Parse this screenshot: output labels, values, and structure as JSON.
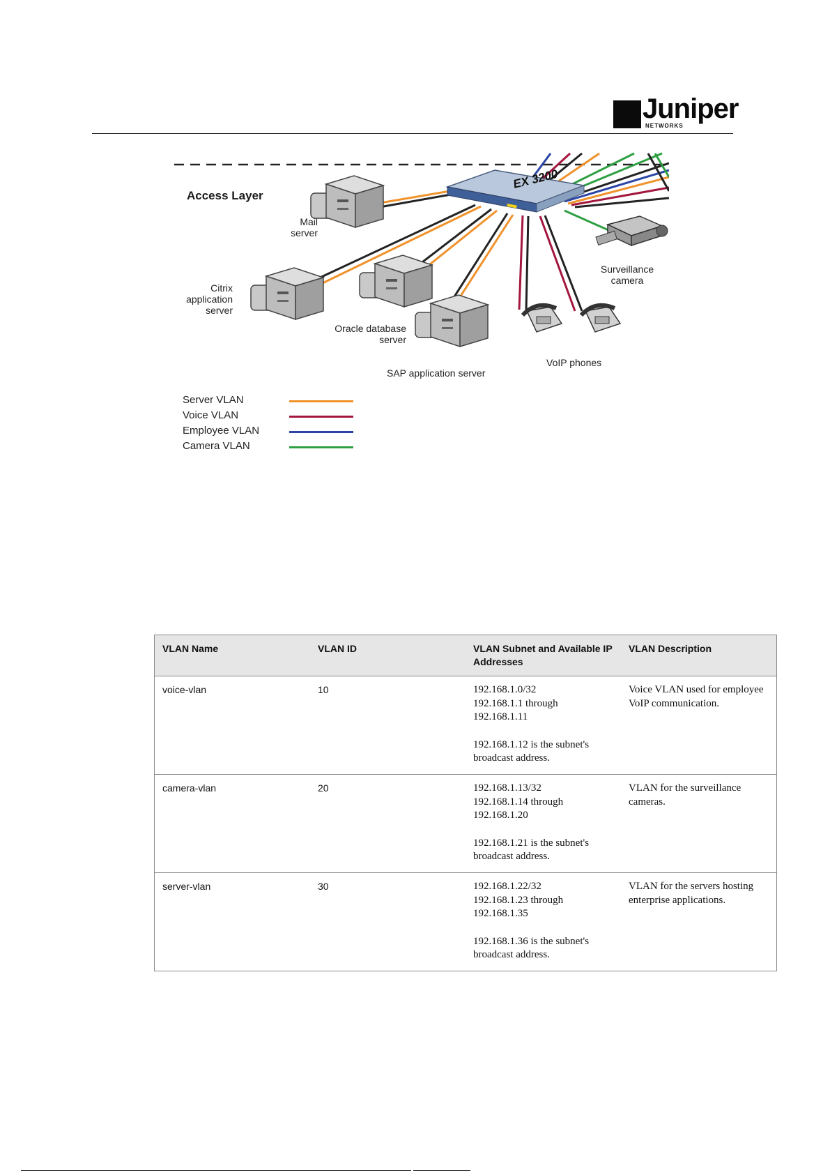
{
  "header": {
    "logo_text": "Juniper",
    "logo_subtext": "NETWORKS"
  },
  "diagram": {
    "layer_title": "Access Layer",
    "switch_label": "EX 3200",
    "devices": {
      "mail": "Mail server",
      "citrix": "Citrix application server",
      "oracle": "Oracle database server",
      "sap": "SAP application server",
      "voip": "VoIP phones",
      "camera": "Surveillance camera"
    },
    "legend": [
      {
        "label": "Server VLAN",
        "color": "#f0922c"
      },
      {
        "label": "Voice VLAN",
        "color": "#a3163d"
      },
      {
        "label": "Employee VLAN",
        "color": "#2a45a6"
      },
      {
        "label": "Camera VLAN",
        "color": "#2ea043"
      }
    ]
  },
  "table": {
    "headers": [
      "VLAN Name",
      "VLAN ID",
      "VLAN Subnet and Available IP Addresses",
      "VLAN Description"
    ],
    "rows": [
      {
        "name": "voice-vlan",
        "id": "10",
        "subnet": [
          "192.168.1.0/32",
          "192.168.1.1 through",
          "192.168.1.11"
        ],
        "broadcast": [
          "192.168.1.12 is the subnet's",
          "broadcast address."
        ],
        "description": "Voice VLAN used for employee VoIP communication."
      },
      {
        "name": "camera-vlan",
        "id": "20",
        "subnet": [
          "192.168.1.13/32",
          "192.168.1.14 through",
          "192.168.1.20"
        ],
        "broadcast": [
          "192.168.1.21 is the subnet's",
          "broadcast address."
        ],
        "description": "VLAN for the surveillance cameras."
      },
      {
        "name": "server-vlan",
        "id": "30",
        "subnet": [
          "192.168.1.22/32",
          "192.168.1.23 through",
          "192.168.1.35"
        ],
        "broadcast": [
          "192.168.1.36 is the subnet's",
          "broadcast address."
        ],
        "description": "VLAN for the servers hosting enterprise applications."
      }
    ]
  }
}
